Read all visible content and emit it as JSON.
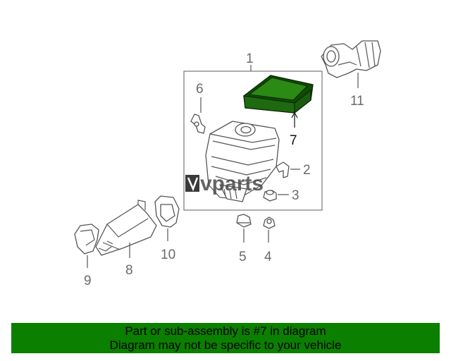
{
  "callouts": {
    "c1": "1",
    "c2": "2",
    "c3": "3",
    "c4": "4",
    "c5": "5",
    "c6": "6",
    "c7": "7",
    "c8": "8",
    "c9": "9",
    "c10": "10",
    "c11": "11"
  },
  "highlighted_part": "7",
  "watermark": "vparts",
  "colors": {
    "highlight": "#1f7a00",
    "banner": "#0b7f00",
    "line": "#555555"
  },
  "banner": {
    "line1": "Part or sub-assembly is #7 in diagram",
    "line2": "Diagram may not be specific to your vehicle"
  }
}
